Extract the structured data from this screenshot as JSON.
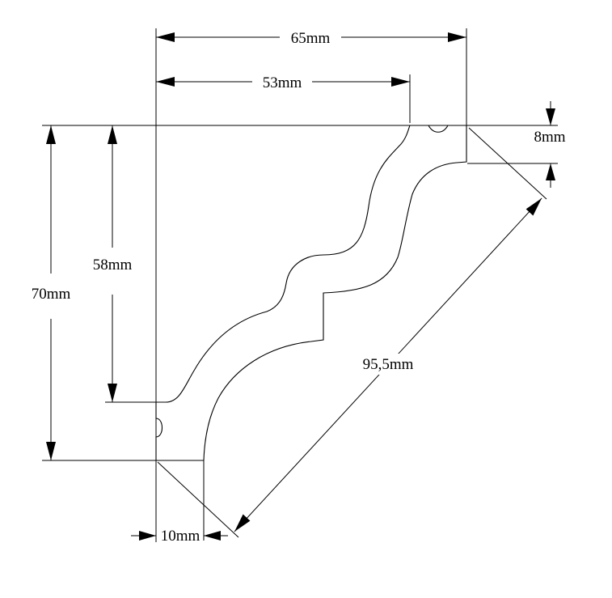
{
  "dimensions": {
    "width_total": "65mm",
    "width_inner": "53mm",
    "height_total": "70mm",
    "height_inner": "58mm",
    "top_lip": "8mm",
    "bottom_lip": "10mm",
    "diagonal": "95,5mm"
  },
  "colors": {
    "line": "#000000",
    "background": "#ffffff"
  }
}
